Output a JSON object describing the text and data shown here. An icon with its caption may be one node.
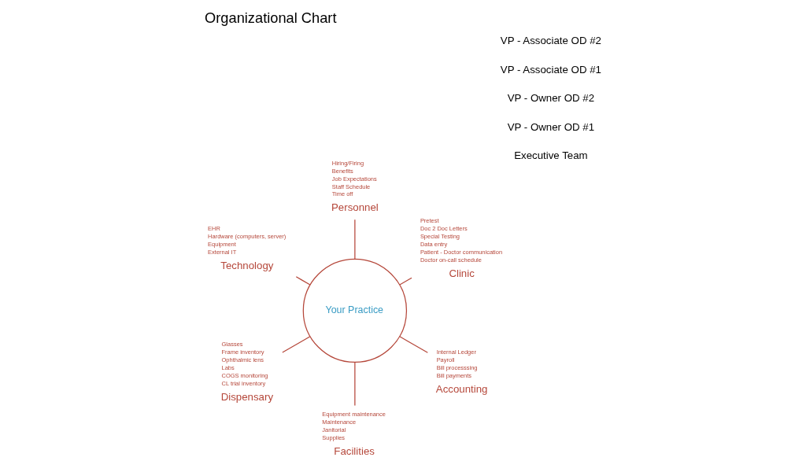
{
  "diagram": {
    "title": "Organizational Chart",
    "nodes": [
      {
        "text": [
          "Your Practice"
        ]
      },
      {
        "text": [
          "Clinic"
        ],
        "beside": [
          "Pretest",
          "Doc 2 Doc Letters",
          "Special Testing",
          "Data entry",
          "Patient - Doctor communication",
          "Doctor on-call schedule"
        ]
      },
      {
        "text": [
          "Personnel"
        ],
        "beside": [
          "Hiring/Firing",
          "Benefits",
          "Job Expectations",
          "Staff Schedule",
          "Time off"
        ]
      },
      {
        "text": [
          "Technology"
        ],
        "beside": [
          "EHR",
          "Hardware (computers, server)",
          "Equipment",
          "External IT"
        ]
      },
      {
        "text": [
          "Dispensary"
        ],
        "beside": [
          "Glasses",
          "Frame inventory",
          "Ophthalmic lens",
          "Labs",
          "COGS monitoring",
          "CL trial inventory"
        ]
      },
      {
        "text": [
          "Facilities"
        ],
        "beside": [
          "Equipment maintenance",
          "Maintenance",
          "Janitorial",
          "Supplies"
        ]
      },
      {
        "text": [
          "Accounting"
        ],
        "beside": [
          "Internal Ledger",
          "Payroll",
          "Bill processsing",
          "Bill payments"
        ]
      }
    ],
    "edges": [
      {
        "from": 0,
        "to": 1,
        "arrow": "none"
      },
      {
        "from": 0,
        "to": 2,
        "arrow": "none"
      },
      {
        "from": 0,
        "to": 3,
        "arrow": "none"
      },
      {
        "from": 0,
        "to": 4,
        "arrow": "none"
      },
      {
        "from": 0,
        "to": 5,
        "arrow": "none"
      },
      {
        "from": 0,
        "to": 6,
        "arrow": "none"
      }
    ],
    "labels": [
      "Executive Team",
      "VP - Owner OD #1",
      "VP - Owner OD #2",
      "VP - Associate OD #1",
      "VP - Associate OD #2"
    ]
  }
}
